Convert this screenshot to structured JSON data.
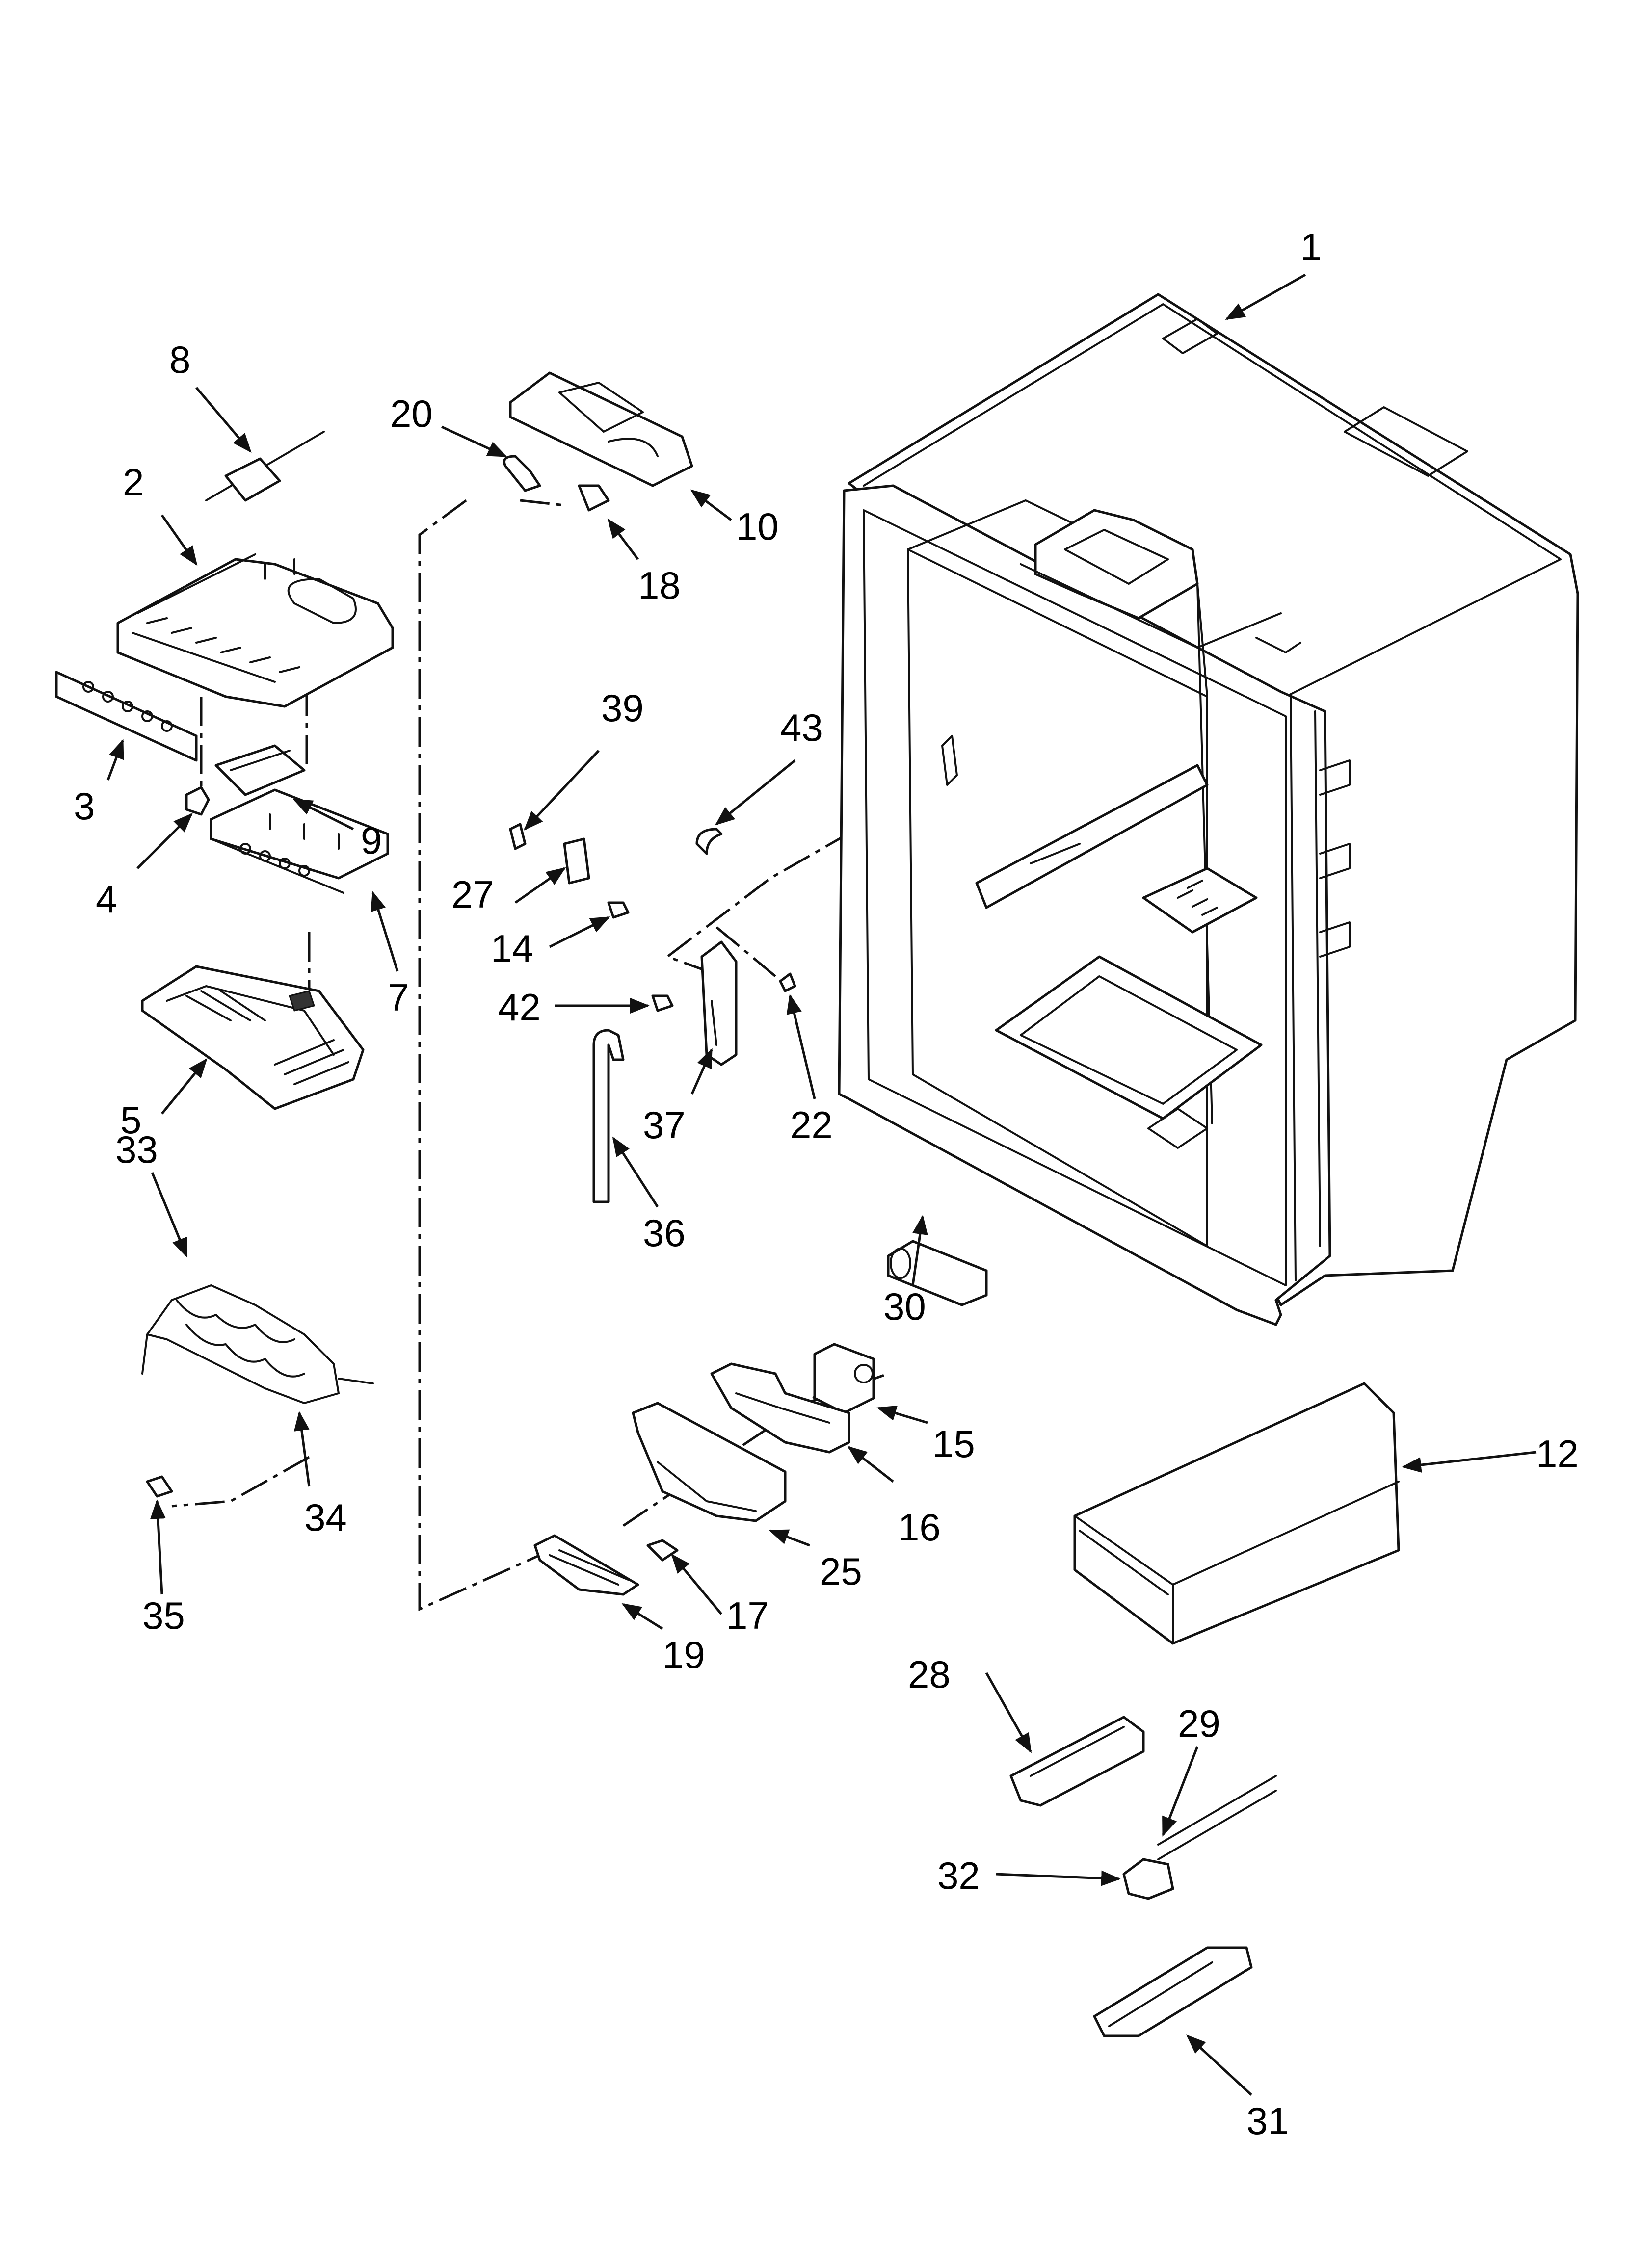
{
  "callouts": [
    {
      "id": "1",
      "label": "1"
    },
    {
      "id": "2",
      "label": "2"
    },
    {
      "id": "3",
      "label": "3"
    },
    {
      "id": "4",
      "label": "4"
    },
    {
      "id": "5",
      "label": "5"
    },
    {
      "id": "7",
      "label": "7"
    },
    {
      "id": "8",
      "label": "8"
    },
    {
      "id": "9",
      "label": "9"
    },
    {
      "id": "10",
      "label": "10"
    },
    {
      "id": "12",
      "label": "12"
    },
    {
      "id": "14",
      "label": "14"
    },
    {
      "id": "15",
      "label": "15"
    },
    {
      "id": "16",
      "label": "16"
    },
    {
      "id": "17",
      "label": "17"
    },
    {
      "id": "18",
      "label": "18"
    },
    {
      "id": "19",
      "label": "19"
    },
    {
      "id": "20",
      "label": "20"
    },
    {
      "id": "22",
      "label": "22"
    },
    {
      "id": "25",
      "label": "25"
    },
    {
      "id": "27",
      "label": "27"
    },
    {
      "id": "28",
      "label": "28"
    },
    {
      "id": "29",
      "label": "29"
    },
    {
      "id": "30",
      "label": "30"
    },
    {
      "id": "31",
      "label": "31"
    },
    {
      "id": "32",
      "label": "32"
    },
    {
      "id": "33",
      "label": "33"
    },
    {
      "id": "34",
      "label": "34"
    },
    {
      "id": "35",
      "label": "35"
    },
    {
      "id": "36",
      "label": "36"
    },
    {
      "id": "37",
      "label": "37"
    },
    {
      "id": "39",
      "label": "39"
    },
    {
      "id": "42",
      "label": "42"
    },
    {
      "id": "43",
      "label": "43"
    }
  ]
}
